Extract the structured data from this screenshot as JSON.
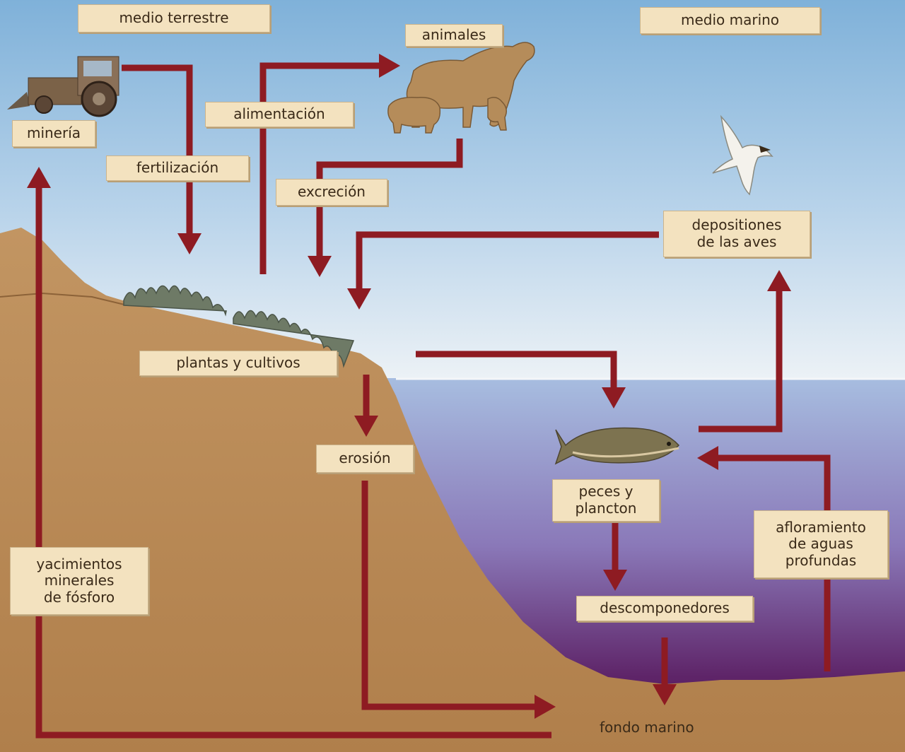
{
  "diagram": {
    "labels": {
      "medio_terrestre": "medio terrestre",
      "medio_marino": "medio marino",
      "animales": "animales",
      "mineria": "minería",
      "alimentacion": "alimentación",
      "fertilizacion": "fertilización",
      "excrecion": "excreción",
      "depositiones": "depositiones\nde las aves",
      "plantas": "plantas y cultivos",
      "erosion": "erosión",
      "peces": "peces y\nplancton",
      "afloramiento": "afloramiento\nde aguas\nprofundas",
      "yacimientos": "yacimientos\nminerales\nde fósforo",
      "descomponedores": "descomponedores",
      "fondo_marino": "fondo marino"
    },
    "colors": {
      "arrow": "#8e1b22",
      "sky_top": "#7fb1d9",
      "sky_bottom": "#e6eef5",
      "sea_top": "#9fb6dc",
      "sea_bottom": "#4a1654",
      "land": "#b98a55",
      "label_bg": "#f3e2bf"
    },
    "icons": [
      "tractor-icon",
      "animals-icon",
      "seabird-icon",
      "fish-icon",
      "plants-icon"
    ]
  }
}
